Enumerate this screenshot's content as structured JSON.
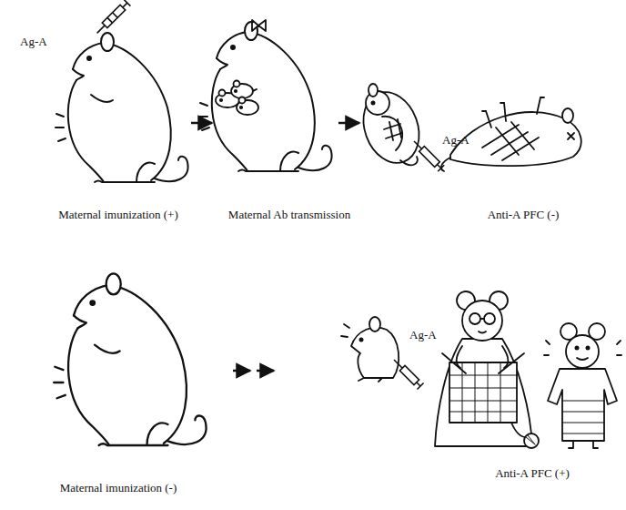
{
  "diagram": {
    "labels": [
      "Ag-A",
      "Maternal imunization (+)",
      "Maternal Ab transmission",
      "Ag-A",
      "Anti-A PFC (-)",
      "Maternal imunization (-)",
      "Ag-A",
      "Anti-A PFC (+)"
    ]
  }
}
